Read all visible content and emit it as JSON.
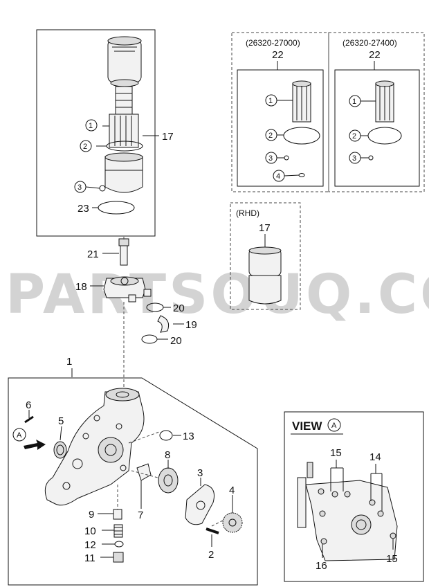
{
  "watermark": "PARTSOUQ.COM",
  "groups": {
    "kit_a_code": "(26320-27000)",
    "kit_a_number": "22",
    "kit_b_code": "(26320-27400)",
    "kit_b_number": "22",
    "rhd_label": "(RHD)",
    "rhd_number": "17",
    "view_label": "VIEW",
    "view_marker": "A"
  },
  "callouts": {
    "c1": "1",
    "c2": "2",
    "c3": "3",
    "c4": "4",
    "c5": "5",
    "c6": "6",
    "c7": "7",
    "c8": "8",
    "c9": "9",
    "c10": "10",
    "c11": "11",
    "c12": "12",
    "c13": "13",
    "c14": "14",
    "c15": "15",
    "c16": "16",
    "c17": "17",
    "c18": "18",
    "c19": "19",
    "c20": "20",
    "c21": "21",
    "c23": "23",
    "arrow_marker": "A"
  }
}
